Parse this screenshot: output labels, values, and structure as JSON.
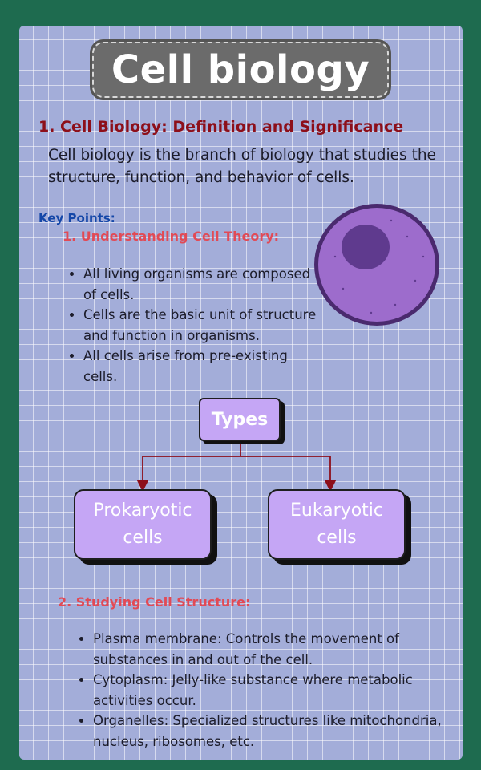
{
  "title": "Cell biology",
  "section1": {
    "heading": "1. Cell Biology: Definition and Significance",
    "intro": "Cell biology is the branch of biology that studies the structure, function, and behavior of cells."
  },
  "key_points": {
    "label": "Key Points:",
    "subheading": "1. Understanding Cell Theory:",
    "items": [
      "All living organisms are composed of cells.",
      "Cells are the basic unit of structure and function in organisms.",
      "All cells arise from pre-existing cells."
    ]
  },
  "diagram": {
    "root": "Types",
    "children": [
      "Prokaryotic cells",
      "Eukaryotic cells"
    ],
    "colors": {
      "box": "#c5a6f5",
      "connector": "#8d0f1a"
    }
  },
  "section2": {
    "subheading": "2. Studying Cell Structure:",
    "items": [
      "Plasma membrane: Controls the movement of substances in and out of the cell.",
      "Cytoplasm: Jelly-like substance where metabolic activities occur.",
      "Organelles: Specialized structures like mitochondria, nucleus, ribosomes, etc."
    ]
  },
  "colors": {
    "background": "#1e6b4f",
    "card": "#a3add9",
    "heading": "#8d0f1a",
    "subheading": "#e24a55",
    "key_points": "#1447a8"
  }
}
